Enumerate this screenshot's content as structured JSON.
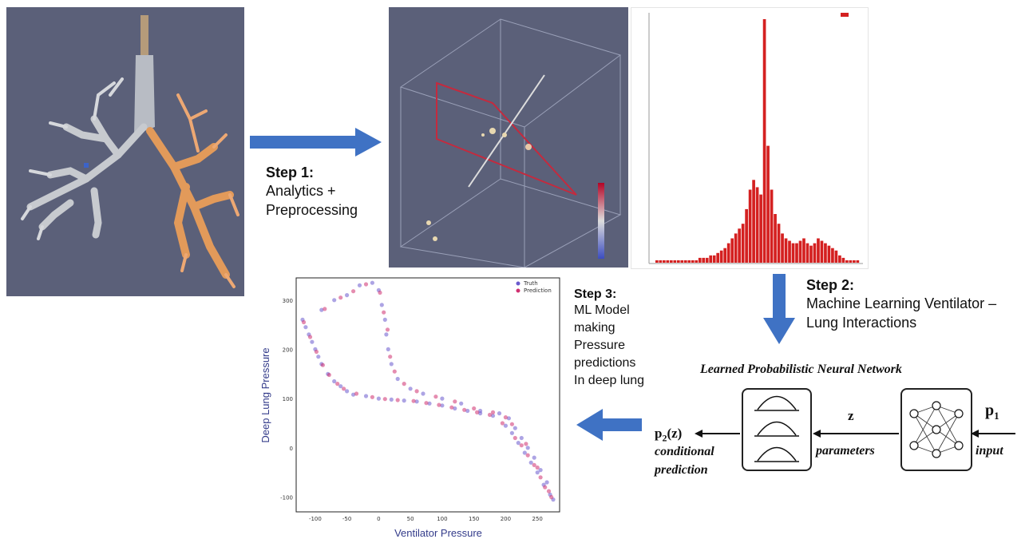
{
  "steps": {
    "step1": {
      "title": "Step 1:",
      "lines": [
        "Analytics +",
        "Preprocessing"
      ]
    },
    "step2": {
      "title": "Step 2:",
      "lines": [
        "Machine Learning Ventilator –",
        "Lung Interactions"
      ]
    },
    "step3": {
      "title": "Step 3:",
      "lines": [
        "ML Model",
        "making",
        "Pressure",
        "predictions",
        "In deep lung"
      ]
    }
  },
  "network": {
    "title": "Learned Probabilistic Neural Network",
    "z_label": "z",
    "input_symbol": "p",
    "input_sub": "1",
    "input_label": "input",
    "parameters_label": "parameters",
    "output_symbol": "p",
    "output_sub": "2",
    "output_arg": "(z)",
    "output_line1": "conditional",
    "output_line2": "prediction"
  },
  "scatter": {
    "xlabel": "Ventilator Pressure",
    "ylabel": "Deep Lung Pressure",
    "legend": [
      "Truth",
      "Prediction"
    ],
    "xticks": [
      "-100",
      "-50",
      "0",
      "50",
      "100",
      "150",
      "200",
      "250"
    ],
    "yticks": [
      "300",
      "200",
      "100",
      "0",
      "-100"
    ]
  },
  "colors": {
    "arrow": "#3f72c4",
    "panel_bg": "#5b6079",
    "histogram_bar": "#d42020",
    "truth": "#6a5acd",
    "prediction": "#d03070"
  },
  "chart_data": [
    {
      "type": "bar",
      "title": "",
      "values": [
        1,
        1,
        1,
        1,
        1,
        1,
        1,
        1,
        1,
        1,
        1,
        1,
        2,
        2,
        2,
        3,
        3,
        4,
        5,
        6,
        8,
        10,
        12,
        14,
        16,
        22,
        30,
        34,
        31,
        28,
        100,
        48,
        30,
        20,
        16,
        12,
        10,
        9,
        8,
        8,
        9,
        10,
        8,
        7,
        8,
        10,
        9,
        8,
        7,
        6,
        5,
        3,
        2,
        1,
        1,
        1,
        1
      ],
      "legend": [
        ""
      ],
      "grid": false
    },
    {
      "type": "scatter",
      "xlabel": "Ventilator Pressure",
      "ylabel": "Deep Lung Pressure",
      "xlim": [
        -130,
        285
      ],
      "ylim": [
        -130,
        345
      ],
      "series": [
        {
          "name": "Truth",
          "points": [
            [
              -120,
              260
            ],
            [
              -115,
              245
            ],
            [
              -110,
              230
            ],
            [
              -105,
              215
            ],
            [
              -100,
              200
            ],
            [
              -95,
              185
            ],
            [
              -90,
              170
            ],
            [
              -80,
              150
            ],
            [
              -70,
              135
            ],
            [
              -60,
              125
            ],
            [
              -50,
              115
            ],
            [
              -40,
              108
            ],
            [
              -20,
              105
            ],
            [
              0,
              100
            ],
            [
              20,
              98
            ],
            [
              40,
              96
            ],
            [
              60,
              94
            ],
            [
              80,
              90
            ],
            [
              100,
              86
            ],
            [
              120,
              80
            ],
            [
              140,
              75
            ],
            [
              160,
              70
            ],
            [
              180,
              65
            ],
            [
              200,
              45
            ],
            [
              210,
              30
            ],
            [
              220,
              10
            ],
            [
              230,
              -10
            ],
            [
              240,
              -30
            ],
            [
              250,
              -50
            ],
            [
              260,
              -75
            ],
            [
              270,
              -95
            ],
            [
              275,
              -105
            ],
            [
              -90,
              280
            ],
            [
              -70,
              300
            ],
            [
              -50,
              310
            ],
            [
              -30,
              330
            ],
            [
              -10,
              335
            ],
            [
              0,
              320
            ],
            [
              5,
              290
            ],
            [
              10,
              260
            ],
            [
              12,
              230
            ],
            [
              15,
              200
            ],
            [
              20,
              170
            ],
            [
              30,
              140
            ],
            [
              50,
              120
            ],
            [
              70,
              110
            ],
            [
              100,
              100
            ],
            [
              130,
              90
            ],
            [
              160,
              75
            ],
            [
              190,
              70
            ],
            [
              205,
              60
            ],
            [
              215,
              40
            ],
            [
              225,
              20
            ],
            [
              235,
              0
            ],
            [
              245,
              -20
            ],
            [
              255,
              -45
            ],
            [
              265,
              -70
            ]
          ]
        },
        {
          "name": "Prediction",
          "points": [
            [
              -118,
              255
            ],
            [
              -108,
              225
            ],
            [
              -98,
              195
            ],
            [
              -88,
              168
            ],
            [
              -78,
              148
            ],
            [
              -65,
              130
            ],
            [
              -55,
              120
            ],
            [
              -35,
              110
            ],
            [
              -10,
              103
            ],
            [
              10,
              99
            ],
            [
              30,
              97
            ],
            [
              55,
              95
            ],
            [
              75,
              91
            ],
            [
              95,
              87
            ],
            [
              115,
              82
            ],
            [
              135,
              77
            ],
            [
              155,
              72
            ],
            [
              175,
              67
            ],
            [
              195,
              50
            ],
            [
              215,
              20
            ],
            [
              225,
              5
            ],
            [
              235,
              -15
            ],
            [
              245,
              -35
            ],
            [
              255,
              -60
            ],
            [
              262,
              -80
            ],
            [
              272,
              -100
            ],
            [
              -85,
              282
            ],
            [
              -60,
              305
            ],
            [
              -40,
              318
            ],
            [
              -20,
              332
            ],
            [
              2,
              315
            ],
            [
              8,
              275
            ],
            [
              14,
              240
            ],
            [
              18,
              185
            ],
            [
              25,
              155
            ],
            [
              40,
              130
            ],
            [
              60,
              115
            ],
            [
              90,
              104
            ],
            [
              120,
              94
            ],
            [
              150,
              80
            ],
            [
              180,
              72
            ],
            [
              200,
              62
            ],
            [
              210,
              48
            ],
            [
              232,
              8
            ],
            [
              250,
              -40
            ],
            [
              268,
              -88
            ]
          ]
        }
      ]
    }
  ]
}
